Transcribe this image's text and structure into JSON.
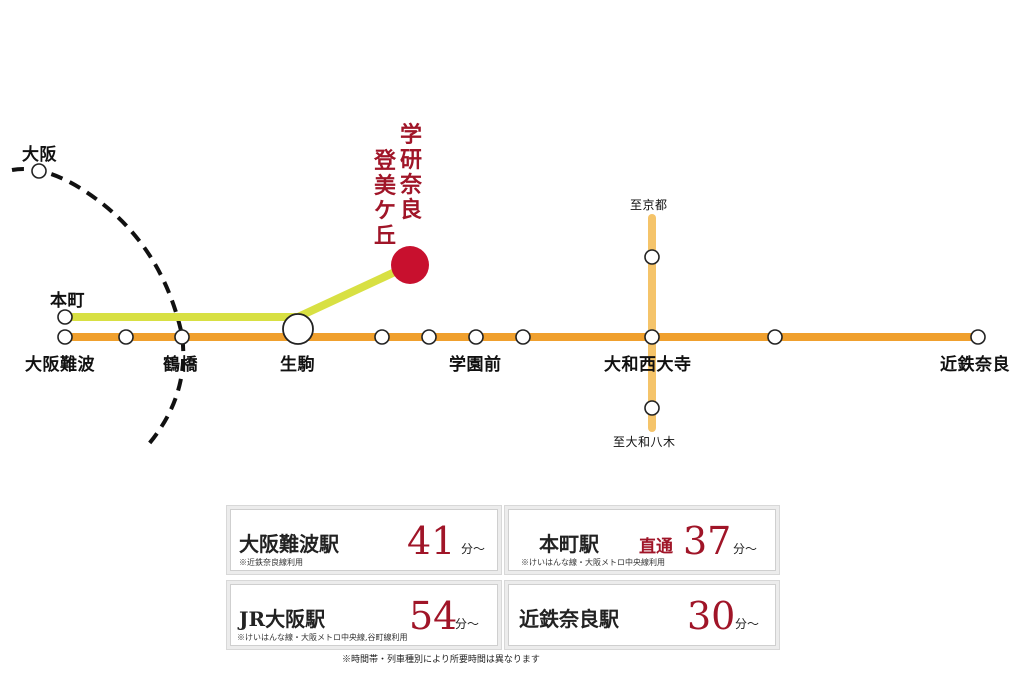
{
  "colors": {
    "nara_line": "#f0a02e",
    "kyoto_line": "#f5c46a",
    "kintetsu_direct_line": "#d8e043",
    "accent": "#a01528",
    "jr_loop": "#111111"
  },
  "stations": {
    "osaka": "大阪",
    "hommachi": "本町",
    "osaka_namba": "大阪難波",
    "tsuruhashi": "鶴橋",
    "ikoma": "生駒",
    "gakuemmae": "学園前",
    "yamato_saidaiji": "大和西大寺",
    "kintetsu_nara": "近鉄奈良",
    "to_kyoto": "至京都",
    "to_yamato_yagi": "至大和八木"
  },
  "destination": {
    "line1": "学研奈良",
    "line2": "登美ケ丘"
  },
  "cards": [
    {
      "station": "大阪難波駅",
      "note": "※近鉄奈良線利用",
      "direct": "",
      "minutes": "41",
      "unit": "分〜"
    },
    {
      "station": "本町駅",
      "note": "※けいはんな線・大阪メトロ中央線利用",
      "direct": "直通",
      "minutes": "37",
      "unit": "分〜"
    },
    {
      "station": "JR大阪駅",
      "note": "※けいはんな線・大阪メトロ中央線,谷町線利用",
      "direct": "",
      "minutes": "54",
      "unit": "分〜"
    },
    {
      "station": "近鉄奈良駅",
      "note": "",
      "direct": "",
      "minutes": "30",
      "unit": "分〜"
    }
  ],
  "footnote": "※時間帯・列車種別により所要時間は異なります"
}
